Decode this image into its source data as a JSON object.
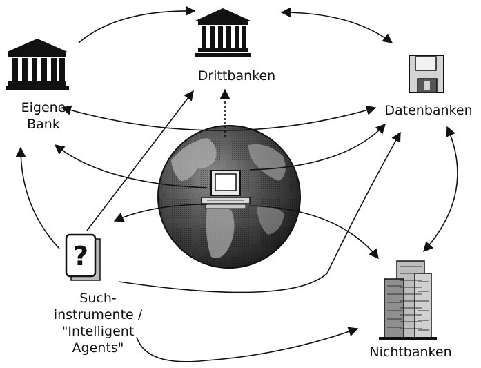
{
  "nodes": {
    "eigene_bank": {
      "label_lines": [
        "Eigene",
        "Bank"
      ]
    },
    "drittbanken": {
      "label_lines": [
        "Drittbanken"
      ]
    },
    "datenbanken": {
      "label_lines": [
        "Datenbanken"
      ]
    },
    "nichtbanken": {
      "label_lines": [
        "Nichtbanken"
      ]
    },
    "suchinstrumente": {
      "icon_text": "?",
      "label_lines": [
        "Such-",
        "instrumente /",
        "\"Intelligent",
        "Agents\""
      ]
    },
    "globe": {
      "icon": "globe-with-computer-icon"
    }
  },
  "icons": {
    "bank": "bank-building-icon",
    "database": "floppy-disk-icon",
    "office": "office-tower-icon",
    "search": "question-card-icon"
  },
  "colors": {
    "ink": "#111111",
    "globe_dark": "#2a2a2a",
    "globe_light": "#8a8a8a"
  }
}
